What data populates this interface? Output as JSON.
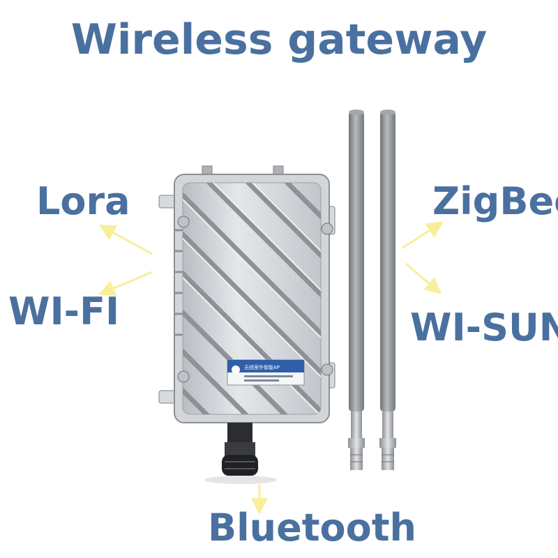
{
  "title": "Wireless gateway",
  "labels": {
    "lora": "Lora",
    "wifi": "WI-FI",
    "zigbee": "ZigBee",
    "wisun": "WI-SUN",
    "bluetooth": "Bluetooth"
  },
  "colors": {
    "text": "#4a70a0",
    "arrow": "#f7ef9a",
    "metal": "#c9cdd2",
    "antenna": "#8f9297"
  },
  "device_label": "无线室外智能AP"
}
